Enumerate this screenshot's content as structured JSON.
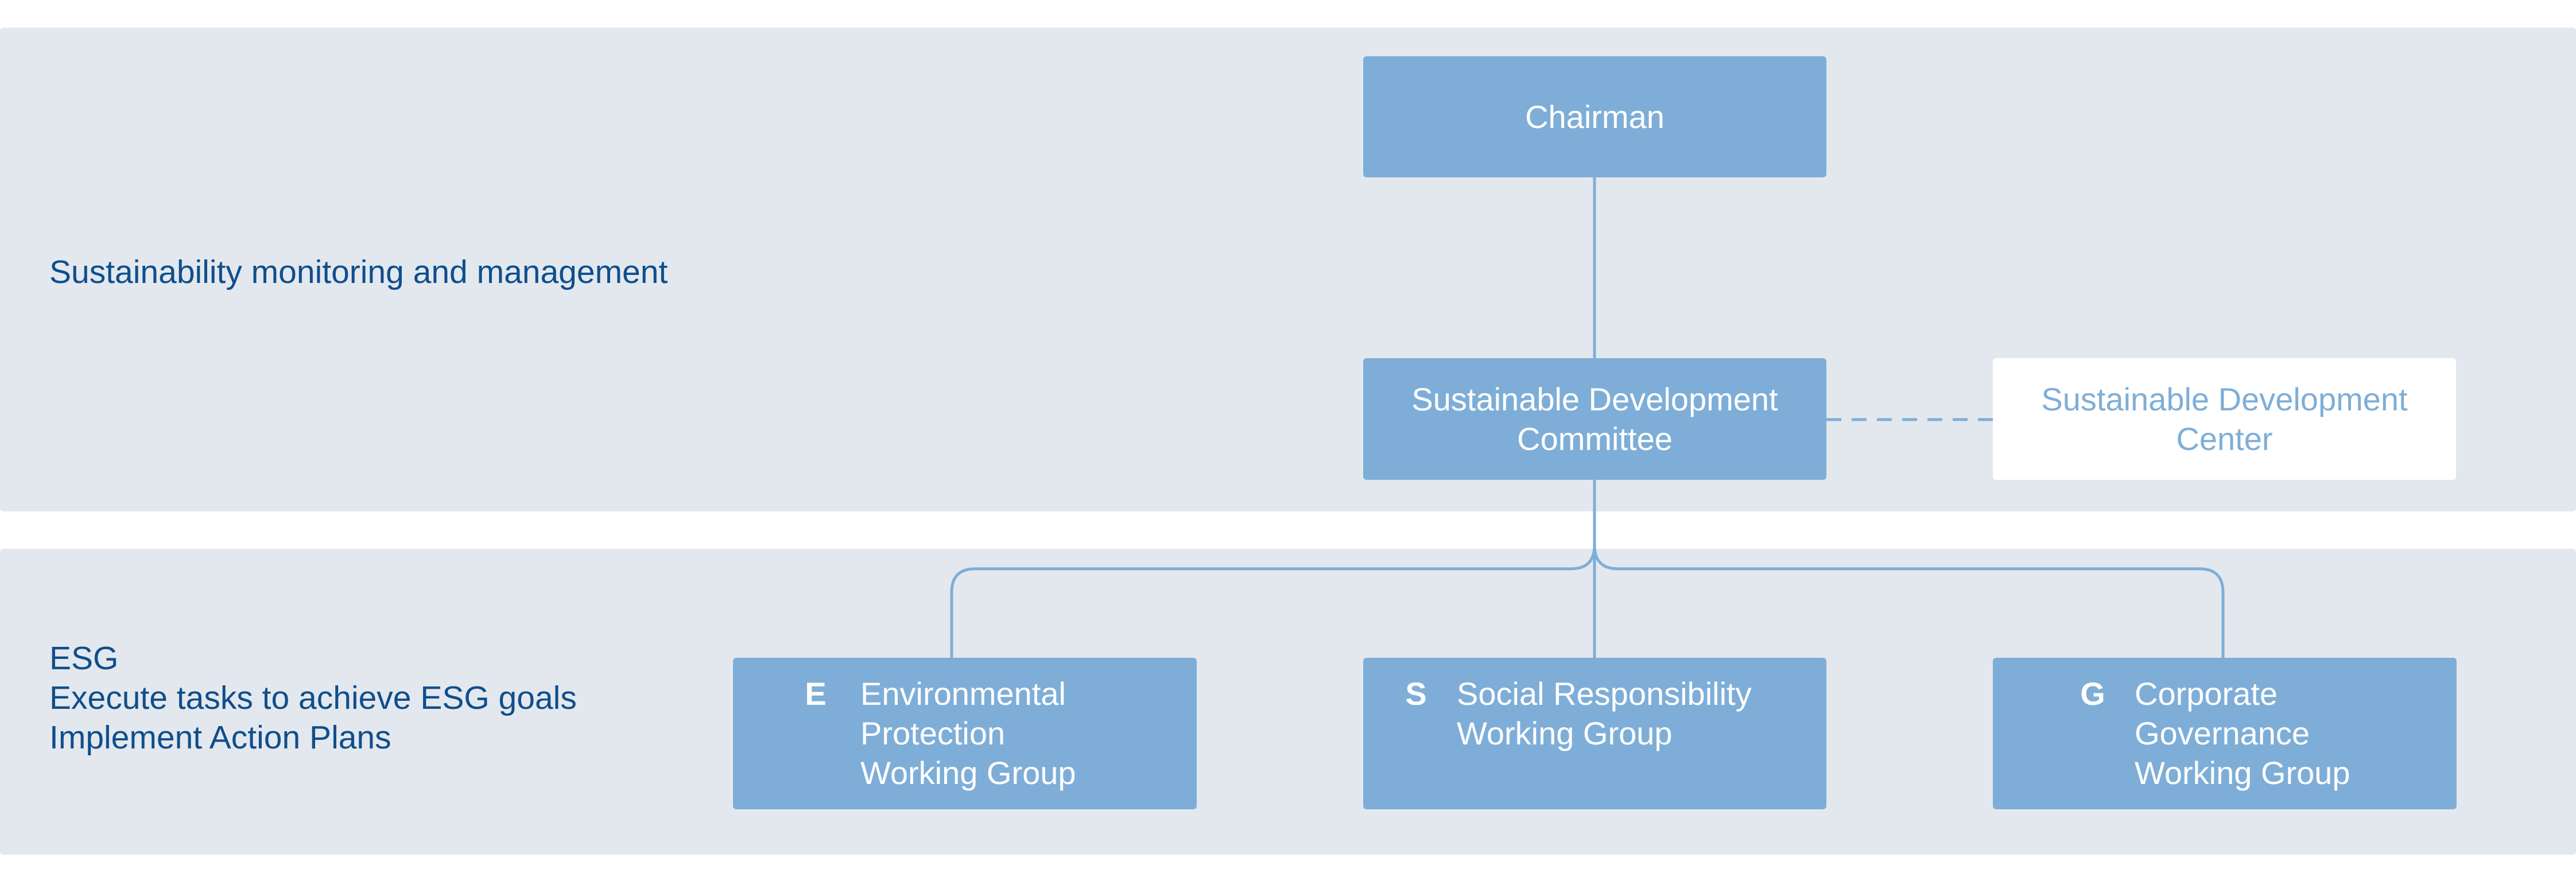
{
  "sections": {
    "monitoring": {
      "label": "Sustainability monitoring and management"
    },
    "esg": {
      "label_lines": [
        "ESG",
        "Execute tasks to achieve ESG goals",
        "Implement Action Plans"
      ]
    }
  },
  "nodes": {
    "chairman": "Chairman",
    "committee": [
      "Sustainable Development",
      "Committee"
    ],
    "center": [
      "Sustainable Development",
      "Center"
    ]
  },
  "working_groups": [
    {
      "letter": "E",
      "name_lines": [
        "Environmental",
        "Protection",
        "Working Group"
      ]
    },
    {
      "letter": "S",
      "name_lines": [
        "Social Responsibility",
        "Working Group"
      ]
    },
    {
      "letter": "G",
      "name_lines": [
        "Corporate",
        "Governance",
        "Working Group"
      ]
    }
  ],
  "colors": {
    "band_background": "#e3e8ee",
    "node_fill": "#7eaed7",
    "connector": "#7eaed7",
    "section_text": "#0f4e8c",
    "node_text": "#ffffff"
  }
}
